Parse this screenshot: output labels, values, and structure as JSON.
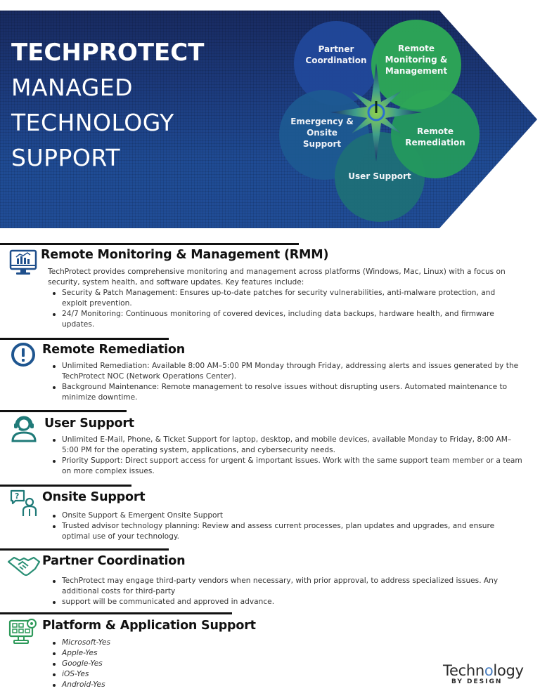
{
  "banner": {
    "title_lines": [
      "TECHPROTECT",
      "MANAGED",
      "TECHNOLOGY",
      "SUPPORT"
    ],
    "colors": {
      "banner_top": "#182a60",
      "banner_bottom": "#204d97"
    },
    "diagram": {
      "center_icon": "power-icon",
      "circles": [
        {
          "label": "Partner Coordination",
          "color": "#21489a"
        },
        {
          "label": "Remote Monitoring & Management",
          "color": "#2da657"
        },
        {
          "label": "Emergency & Onsite Support",
          "color": "#1d5a92"
        },
        {
          "label": "Remote Remediation",
          "color": "#24985e"
        },
        {
          "label": "User Support",
          "color": "#1e6f78"
        }
      ]
    }
  },
  "sections": [
    {
      "title": "Remote Monitoring & Management (RMM)",
      "icon": "monitor-chart-icon",
      "intro": "TechProtect provides comprehensive monitoring and management across platforms (Windows, Mac, Linux) with a focus on security, system health, and software updates. Key features include:",
      "bullets": [
        "Security & Patch Management: Ensures up-to-date patches for security vulnerabilities, anti-malware protection, and exploit prevention.",
        "24/7 Monitoring: Continuous monitoring of covered devices, including data backups, hardware health, and firmware updates."
      ]
    },
    {
      "title": "Remote Remediation",
      "icon": "alert-circle-icon",
      "bullets": [
        "Unlimited Remediation: Available 8:00 AM–5:00 PM Monday through Friday, addressing alerts and issues generated by the TechProtect NOC (Network Operations Center).",
        "Background Maintenance: Remote management to resolve issues without disrupting users. Automated maintenance to minimize downtime."
      ]
    },
    {
      "title": "User Support",
      "icon": "headset-user-icon",
      "bullets": [
        "Unlimited E-Mail, Phone, & Ticket Support for laptop, desktop, and mobile devices, available Monday to Friday, 8:00 AM–5:00 PM for the operating system, applications, and cybersecurity needs.",
        "Priority Support: Direct support access for urgent & important issues. Work with the same support team member or a team on more complex issues."
      ]
    },
    {
      "title": "Onsite Support",
      "icon": "question-person-icon",
      "bullets": [
        "Onsite Support & Emergent Onsite Support",
        "Trusted advisor technology planning:  Review and assess current processes, plan updates and upgrades, and ensure optimal use of your technology."
      ]
    },
    {
      "title": "Partner Coordination",
      "icon": "handshake-icon",
      "bullets": [
        "TechProtect may engage third-party vendors when necessary, with prior approval, to address specialized issues. Any additional costs for third-party",
        "support will be communicated and approved in advance."
      ]
    },
    {
      "title": "Platform & Application Support",
      "icon": "monitor-apps-gear-icon",
      "bullets": [
        "Microsoft-Yes",
        "Apple-Yes",
        "Google-Yes",
        "iOS-Yes",
        "Android-Yes"
      ]
    }
  ],
  "logo": {
    "main_prefix": "Techn",
    "main_o": "o",
    "main_suffix": "logy",
    "sub": "BY DESIGN"
  },
  "colors": {
    "icon_blue": "#1f4f8c",
    "icon_teal": "#1f7a78",
    "icon_green": "#2e9a5a",
    "rule": "#111111"
  }
}
